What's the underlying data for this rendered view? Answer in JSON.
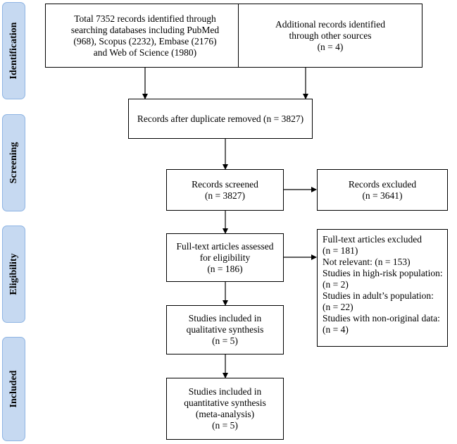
{
  "phases": {
    "identification": "Identification",
    "screening": "Screening",
    "eligibility": "Eligibility",
    "included": "Included"
  },
  "boxes": {
    "databases": "Total 7352 records identified through\nsearching databases including PubMed\n(968), Scopus (2232), Embase (2176)\nand Web of Science (1980)",
    "other_sources": "Additional records identified\nthrough other sources\n(n = 4)",
    "after_duplicates": "Records after duplicate removed (n = 3827)",
    "screened": "Records screened\n(n = 3827)",
    "excluded": "Records excluded\n(n = 3641)",
    "fulltext_assessed": "Full-text articles assessed\nfor eligibility\n(n = 186)",
    "qualitative": "Studies included in\nqualitative synthesis\n(n = 5)",
    "quantitative": "Studies included in\nquantitative synthesis\n(meta-analysis)\n(n = 5)"
  },
  "fulltext_excluded": [
    "Full-text articles excluded",
    "(n = 181)",
    "Not relevant: (n = 153)",
    "Studies in high-risk population:",
    "(n = 2)",
    "Studies in adult’s population:",
    "(n = 22)",
    "Studies with non-original data:",
    "(n = 4)"
  ]
}
